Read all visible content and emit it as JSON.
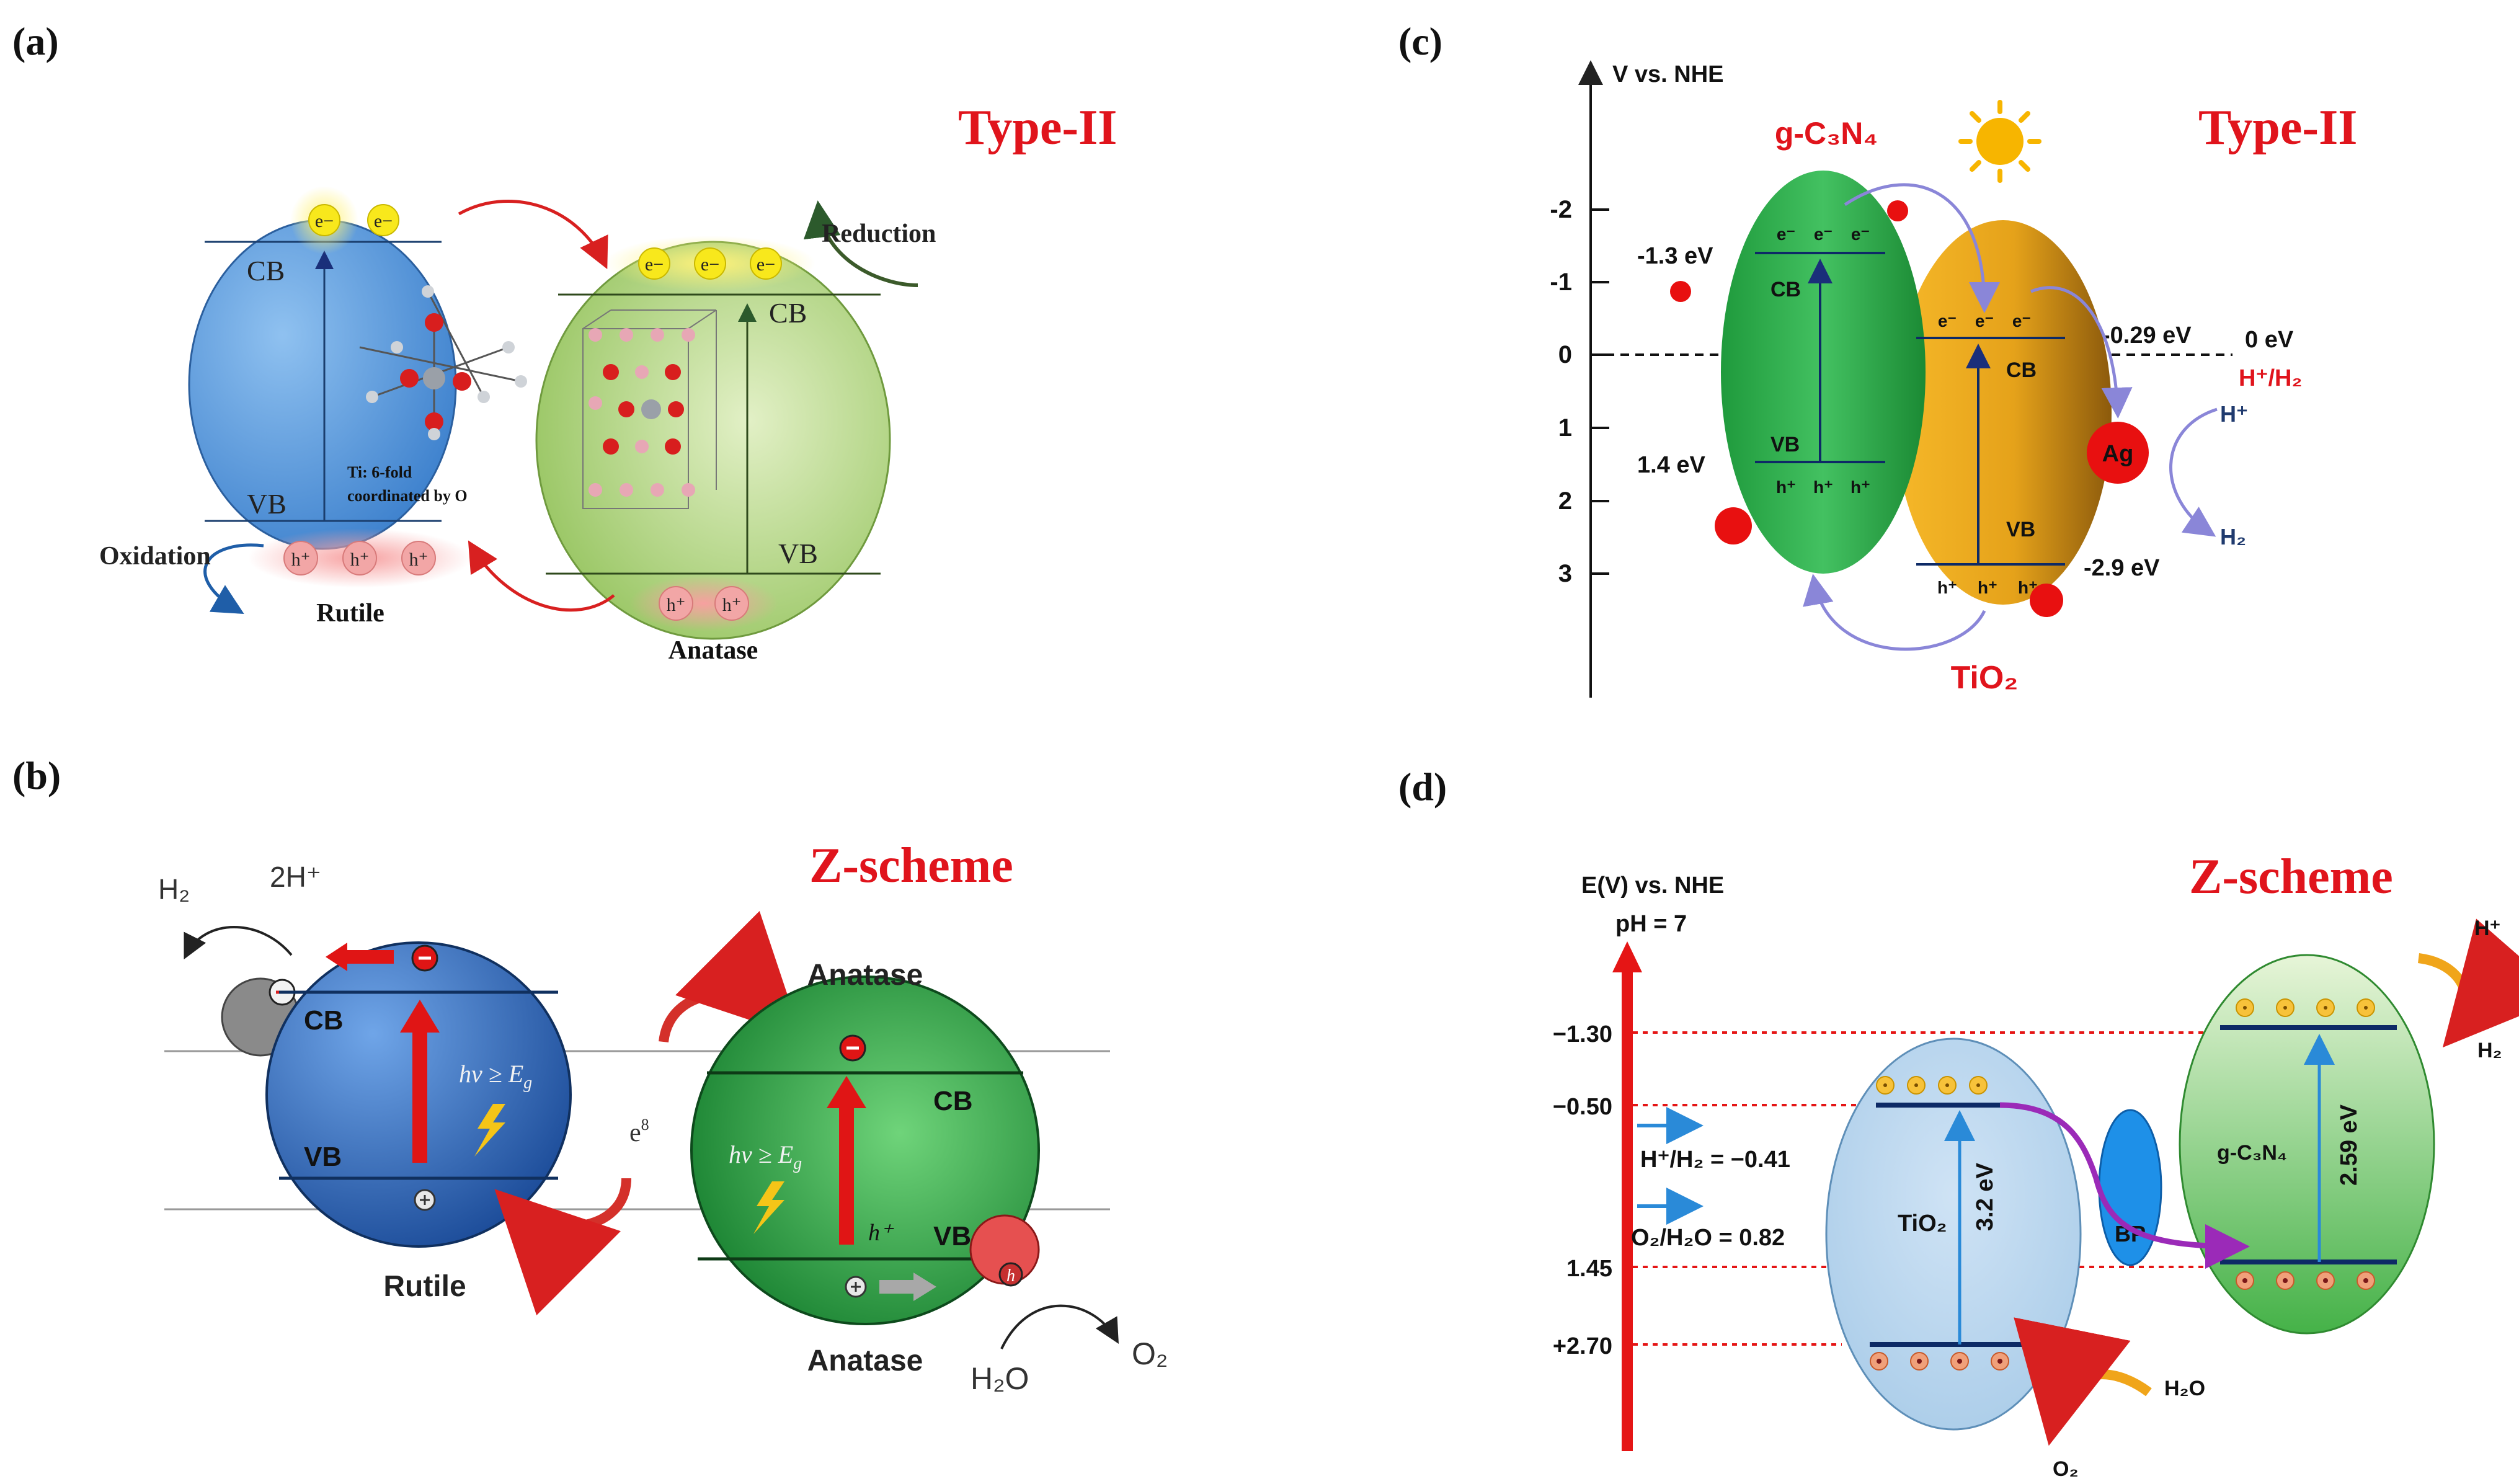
{
  "panels": {
    "a": {
      "tag": "(a)",
      "scheme": "Type-II",
      "left": {
        "cb": "CB",
        "vb": "VB",
        "electrons": [
          "e−",
          "e−"
        ],
        "holes": [
          "h⁺",
          "h⁺",
          "h⁺"
        ],
        "name": "Rutile",
        "note1": "Ti: 6-fold",
        "note2": "coordinated by O"
      },
      "right": {
        "cb": "CB",
        "vb": "VB",
        "electrons": [
          "e−",
          "e−",
          "e−"
        ],
        "holes": [
          "h⁺",
          "h⁺"
        ],
        "name": "Anatase"
      },
      "reduction": "Reduction",
      "oxidation": "Oxidation"
    },
    "b": {
      "tag": "(b)",
      "scheme": "Z-scheme",
      "h2": "H₂",
      "two_h": "2H⁺",
      "left": {
        "cb": "CB",
        "vb": "VB",
        "hv": "hv ≥ E",
        "hv_sub": "g",
        "name": "Rutile"
      },
      "electron_label": "e",
      "electron_sup": "8",
      "right": {
        "cb": "CB",
        "vb": "VB",
        "hv": "hv ≥ E",
        "hv_sub": "g",
        "hplus": "h⁺",
        "name_top": "Anatase",
        "name_bottom": "Anatase",
        "hole_sym": "h"
      },
      "h2o": "H₂O",
      "o2": "O₂"
    },
    "c": {
      "tag": "(c)",
      "scheme": "Type-II",
      "axis_title": "V vs. NHE",
      "ticks": [
        "-2",
        "-1",
        "0",
        "1",
        "2",
        "3"
      ],
      "gcn": "g-C₃N₄",
      "gcn_cb": "-1.3 eV",
      "gcn_vb": "1.4 eV",
      "tio2": "TiO₂",
      "tio2_cb": "-0.29 eV",
      "tio2_vb": "-2.9 eV",
      "zero": "0 eV",
      "redox": "H⁺/H₂",
      "cb": "CB",
      "vb": "VB",
      "e_row": [
        "e⁻",
        "e⁻",
        "e⁻"
      ],
      "h_row": [
        "h⁺",
        "h⁺",
        "h⁺"
      ],
      "ag": "Ag",
      "hplus": "H⁺",
      "h2": "H₂"
    },
    "d": {
      "tag": "(d)",
      "scheme": "Z-scheme",
      "axis_title": "E(V) vs. NHE",
      "ph": "pH = 7",
      "levels": [
        "−1.30",
        "−0.50",
        "1.45",
        "+2.70"
      ],
      "h_couple": "H⁺/H₂ = −0.41",
      "o_couple": "O₂/H₂O = 0.82",
      "tio2": "TiO₂",
      "tio2_gap": "3.2 eV",
      "bp": "BP",
      "gcn": "g-C₃N₄",
      "gcn_gap": "2.59 eV",
      "hplus": "H⁺",
      "h2": "H₂",
      "h2o": "H₂O",
      "o2": "O₂"
    }
  },
  "colors": {
    "accent_red": "#e0141c",
    "rutile_blue": "#4a8fd6",
    "anatase_green": "#a9cf6e",
    "gcn_green": "#2fa84a",
    "tio2_orange": "#e8a51a"
  }
}
